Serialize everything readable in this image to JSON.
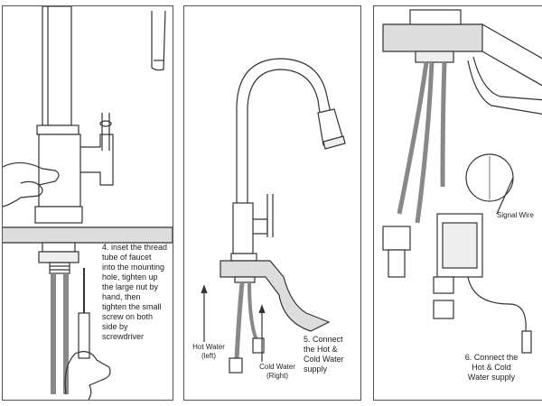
{
  "step4": "4. inset the thread\ntube of faucet\ninto the mounting\nhole, tighten up\nthe large nut by\nhand, then\ntighten the small\nscrew on both\nside by\nscrewdriver",
  "hot_water": "Hot Water\n(left)",
  "cold_water": "Cold Water\n(Right)",
  "step5": "5. Connect\nthe Hot &\nCold Water\nsupply",
  "signal_wire": "Signal Wire",
  "step6": "6. Connect the\nHot & Cold\nWater supply"
}
